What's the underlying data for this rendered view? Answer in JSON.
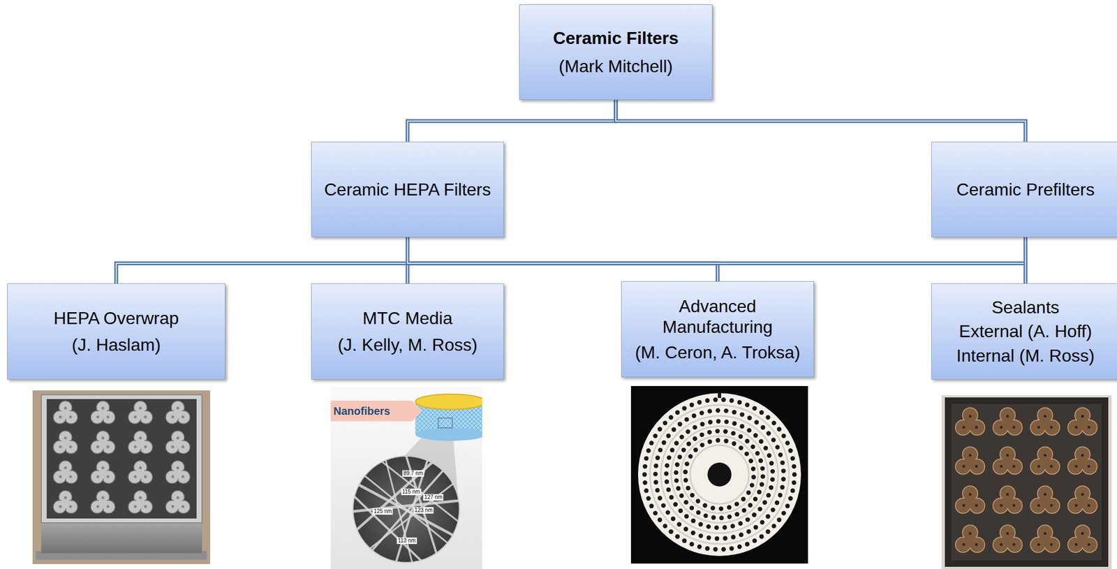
{
  "diagram": {
    "nodes": [
      {
        "text": [
          "Ceramic Filters",
          "(Mark Mitchell)"
        ]
      },
      {
        "text": [
          "Ceramic HEPA Filters"
        ]
      },
      {
        "text": [
          "Ceramic Prefilters"
        ]
      },
      {
        "text": [
          "HEPA Overwrap",
          "(J. Haslam)"
        ]
      },
      {
        "text": [
          "MTC Media",
          "(J. Kelly, M. Ross)"
        ]
      },
      {
        "text": [
          "Advanced Manufacturing",
          "(M. Ceron, A. Troksa)"
        ]
      },
      {
        "text": [
          "Sealants",
          "External (A. Hoff)",
          "Internal (M. Ross)"
        ]
      }
    ],
    "edges": [
      {
        "from": 0,
        "to": 1,
        "arrow": "none"
      },
      {
        "from": 0,
        "to": 2,
        "arrow": "none"
      },
      {
        "from": 1,
        "to": 3,
        "arrow": "none"
      },
      {
        "from": 1,
        "to": 4,
        "arrow": "none"
      },
      {
        "from": 1,
        "to": 5,
        "arrow": "none"
      },
      {
        "from": 1,
        "to": 6,
        "arrow": "none"
      },
      {
        "from": 2,
        "to": 6,
        "arrow": "none"
      }
    ],
    "labels": [
      "Nanofibers",
      "89.7 nm",
      "115 nm",
      "127 nm",
      "125 nm",
      "123 nm",
      "113 nm"
    ]
  }
}
